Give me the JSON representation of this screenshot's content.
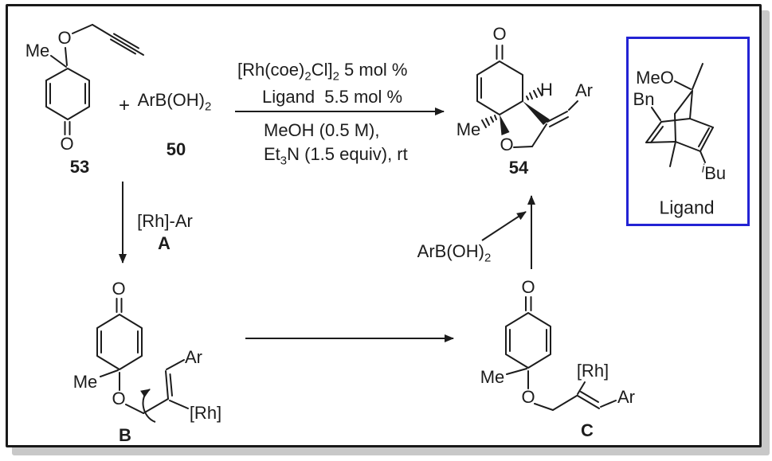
{
  "figure_type": "rhodium-catalyzed arylative cyclization reaction scheme",
  "colors": {
    "ink": "#1c1c1c",
    "ligand_box_border": "#2323d4",
    "frame_border": "#1a1a1a",
    "frame_shadow": "#c8c8c8",
    "background": "#ffffff"
  },
  "atoms": {
    "me": "Me",
    "o": "O",
    "h": "H",
    "ar": "Ar",
    "rh_bracket": "[Rh]",
    "meo": "MeO",
    "bn": "Bn",
    "plus": "+"
  },
  "compound_labels": {
    "reactant": "53",
    "boronic_acid": "50",
    "product": "54",
    "intermediate_a": "A",
    "intermediate_b": "B",
    "intermediate_c": "C"
  },
  "ligand_box": {
    "caption": "Ligand"
  },
  "mechanism": {
    "rh_ar_label": "[Rh]-Ar"
  },
  "richtext": {
    "arylboronic": [
      {
        "t": "ArB(OH)"
      },
      {
        "t": "2",
        "s": "sub"
      }
    ],
    "cond_line1": [
      {
        "t": "[Rh(coe)"
      },
      {
        "t": "2",
        "s": "sub"
      },
      {
        "t": "Cl]"
      },
      {
        "t": "2",
        "s": "sub"
      },
      {
        "t": " 5 mol %"
      }
    ],
    "cond_line2": [
      {
        "t": "Ligand  5.5 mol %"
      }
    ],
    "cond_line3": [
      {
        "t": "MeOH (0.5 M),"
      }
    ],
    "cond_line4": [
      {
        "t": "Et"
      },
      {
        "t": "3",
        "s": "sub"
      },
      {
        "t": "N (1.5 equiv), rt"
      }
    ],
    "ibu": [
      {
        "t": "i",
        "s": "isup"
      },
      {
        "t": "Bu"
      }
    ]
  }
}
